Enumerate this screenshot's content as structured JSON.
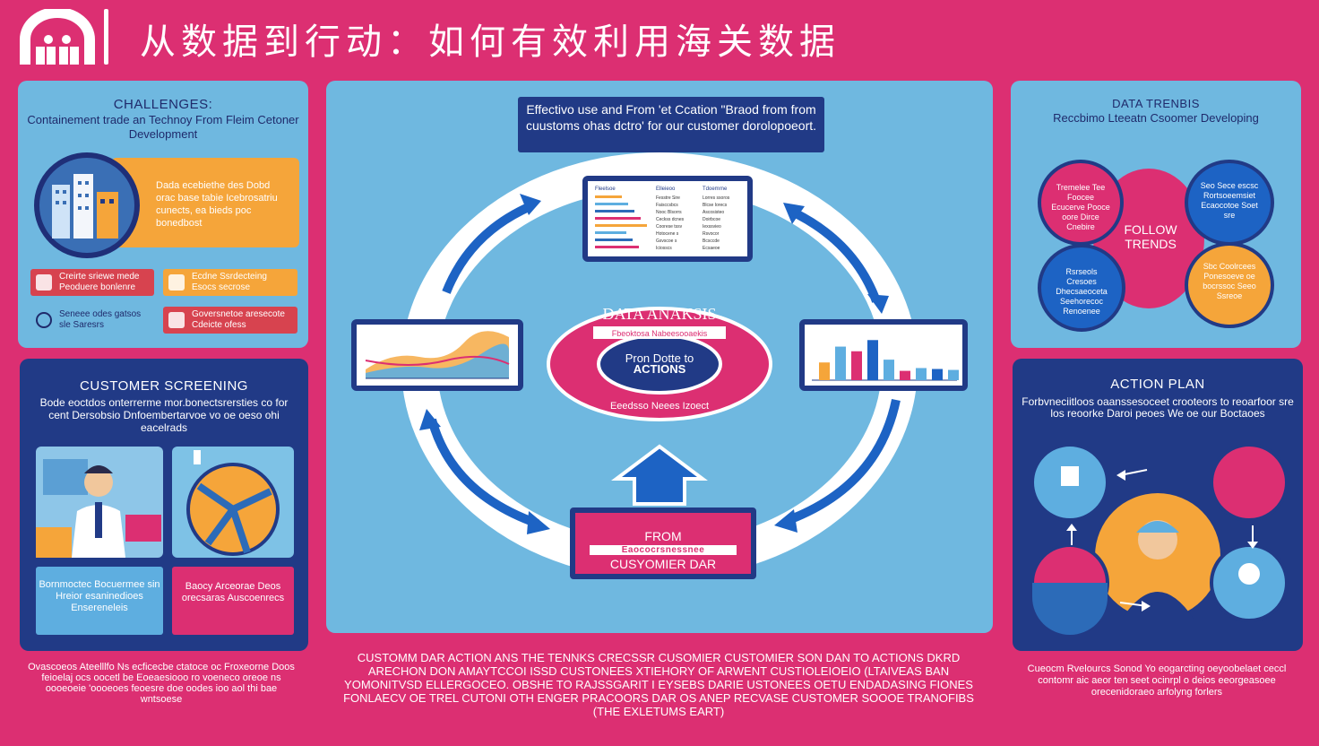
{
  "header": {
    "title": "从数据到行动：如何有效利用海关数据"
  },
  "challenges": {
    "title": "CHALLENGES:",
    "subtitle": "Containement trade an Technoy From Fleim Cetoner Development",
    "orange_text": "Dada ecebiethe des Dobd orac base tabie Icebrosatriu cunects, ea bieds poc bonedbost",
    "tags": [
      "Creirte sriewe mede Peoduere bonlenre",
      "Ecdne Ssrdecteing Esocs secrose",
      "Seneee odes gatsos sle Saresrs",
      "Goversnetoe aresecote Cdeicte ofess"
    ]
  },
  "screening": {
    "title": "CUSTOMER SCREENING",
    "subtitle": "Bode eoctdos onterrerme mor.bonectsrersties co for cent Dersobsio Dnfoembertarvoe vo oe oeso ohi eacelrads",
    "box_blue": "Bornmoctec Bocuermee sin Hreior esaninedioes Ensereneleis",
    "box_pink": "Baocy Arceorae Deos orecsaras Auscoenrecs"
  },
  "center": {
    "header": "Effectivo use and From 'et Ccation \"Braod from from cuustoms ohas dctro' for our customer dorolopoeort.",
    "middle_title": "DATA ANAKSIS",
    "middle_strip": "Fbeoktosa Nabeesooaekis",
    "middle_core": "Pron Dotte to ACTIONS",
    "middle_bottom": "Eeedsso Neees Izoect",
    "from_box": {
      "line1": "FROM",
      "line2": "Eaococrsnessnee",
      "line3": "CUSYOMIER DAR"
    },
    "table_card": {
      "headers": [
        "Fleelsoe",
        "Elleieoo",
        "Tdoemrne"
      ],
      "rows": [
        [
          "Fesstre Sire",
          "Lorres ssoros"
        ],
        [
          "Faisccsbcs",
          "Blcse Iorecs"
        ],
        [
          "Nooc Blsorrs",
          "Ascosisteo"
        ],
        [
          "Ceckss dcnes",
          "Doirbcoe"
        ],
        [
          "Coorese tssv",
          "Iexssvieo"
        ],
        [
          "Hotocene s",
          "Rsvocor"
        ],
        [
          "Gsvscoe s",
          "Bcsccde"
        ],
        [
          "Iciosscs",
          "Ecsaeoe"
        ]
      ]
    },
    "bar_values": [
      38,
      72,
      62,
      86,
      44,
      20,
      26,
      24,
      22
    ]
  },
  "trends": {
    "title": "DATA TRENBIS",
    "subtitle": "Reccbimo Lteeatn Csoomer Developing",
    "center_label": "FOLLOW TRENDS",
    "circles": [
      "Tremelee Tee Foocee Ecucerve Pooce oore Dirce Cnebire",
      "Seo Sece escsc Rortsoeemsiet Ecaocotoe Soet sre",
      "Rsrseols Cresoes Dhecsaeoceta Seehorecoc Renoenee",
      "Sbc Coolrcees Ponesoeve oe bocrssoc Seeo Ssreoe"
    ]
  },
  "action": {
    "title": "ACTION PLAN",
    "subtitle": "Forbvneciitloos oaanssesoceet crooteors to reoarfoor sre los reoorke Daroi peoes We oe our Boctaoes"
  },
  "bottom": {
    "left": "Ovascoeos Ateelllfo Ns ecficecbe ctatoce oc Froxeorne Doos feioelaj ocs oocetl be Eoeaesiooo ro voeneco oreoe ns oooeoeie 'oooeoes feoesre doe oodes ioo aol thi bae wntsoese",
    "center": "CUSTOMM DAR ACTION ANS THE TENNKS CRECSSR CUSOMIER CUSTOMIER SON DAN TO ACTIONS DKRD ARECHON DON AMAYTCCOI ISSD CUSTONEES XTIEHORY OF ARWENT CUSTIOLEIOEIO (LTAIVEAS BAN YOMONITVSD ELLERGOCEO. OBSHE TO RAJSSGARIT I EYSEBS DARIE USTONEES OETU ENDADASING FIONES FONLAECV OE TREL CUTONI OTH ENGER PRACOORS DAR OS ANEP RECVASE CUSTOMER SOOOE TRANOFIBS (THE EXLETUMS EART)",
    "right": "Cueocm Rvelourcs Sonod Yo eogarcting oeyoobelaet ceccl contomr aic aeor ten seet ocinrpl o deios eeorgeasoee orecenidoraeo arfolyng forlers"
  }
}
